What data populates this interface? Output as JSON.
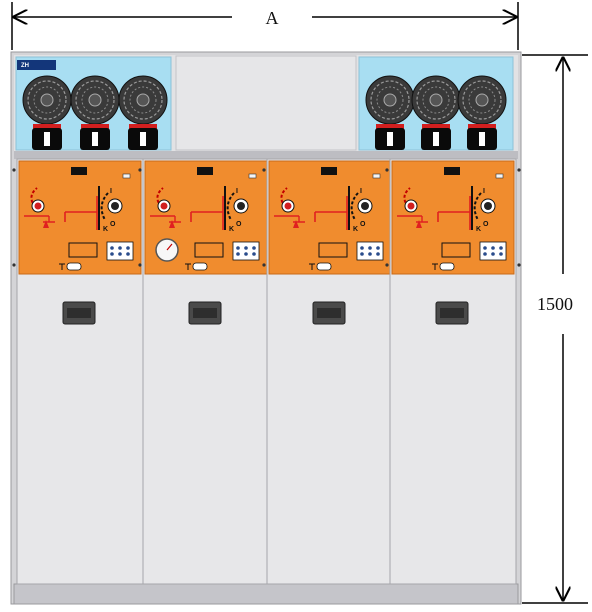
{
  "dimensions": {
    "width_label": "A",
    "height_label": "1500"
  },
  "logo": {
    "text": "ZH"
  },
  "panel_symbols": {
    "on": "I",
    "off": "O",
    "earth": "K"
  },
  "colors": {
    "cabinet_body": "#e7e7e9",
    "cabinet_frame": "#c9c9cc",
    "bushing_compartment": "#a8def2",
    "control_panel": "#f08c2e",
    "mimic_line": "#e02020",
    "dimension_line": "#000000"
  },
  "cabinet": {
    "bushing_groups": [
      {
        "id": "left",
        "bushing_count": 3
      },
      {
        "id": "right",
        "bushing_count": 3
      }
    ],
    "units": [
      {
        "id": "unit-1",
        "has_pressure_gauge": false
      },
      {
        "id": "unit-2",
        "has_pressure_gauge": true
      },
      {
        "id": "unit-3",
        "has_pressure_gauge": false
      },
      {
        "id": "unit-4",
        "has_pressure_gauge": false
      }
    ]
  }
}
